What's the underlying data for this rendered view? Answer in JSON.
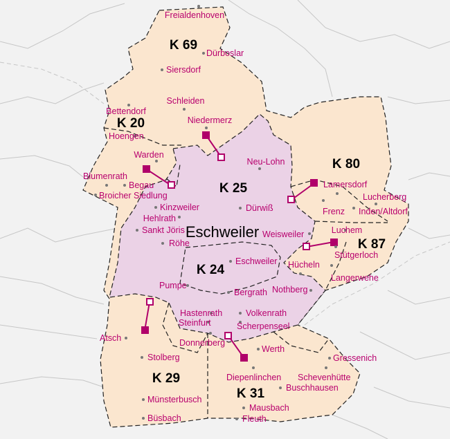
{
  "colors": {
    "background": "#f2f2f2",
    "surrounding_district": "#fbe6cf",
    "city_area": "#ebd2e6",
    "label": "#b8006e",
    "marker": "#b0006a"
  },
  "city": {
    "name": "Eschweiler"
  },
  "districts": [
    {
      "id": "k69",
      "label": "K 69"
    },
    {
      "id": "k20",
      "label": "K 20"
    },
    {
      "id": "k25",
      "label": "K 25"
    },
    {
      "id": "k80",
      "label": "K 80"
    },
    {
      "id": "k87",
      "label": "K 87"
    },
    {
      "id": "k24",
      "label": "K 24"
    },
    {
      "id": "k29",
      "label": "K 29"
    },
    {
      "id": "k31",
      "label": "K 31"
    }
  ],
  "places": [
    "Freialdenhoven",
    "Dürboslar",
    "Siersdorf",
    "Schleiden",
    "Niedermerz",
    "Bettendorf",
    "Hoengen",
    "Warden",
    "Blumenrath",
    "Begau",
    "Broicher Siedlung",
    "Neu-Lohn",
    "Kinzweiler",
    "Hehlrath",
    "Dürwiß",
    "Sankt Jöris",
    "Röhe",
    "Lamersdorf",
    "Lucherberg",
    "Frenz",
    "Inden/Altdorf",
    "Luchem",
    "Weisweiler",
    "Stütgerloch",
    "Hücheln",
    "Langerwehe",
    "Eschweiler",
    "Pumpe",
    "Bergrath",
    "Nothberg",
    "Hastenrath",
    "Volkenrath",
    "Steinfurt",
    "Scherpenseel",
    "Donnerberg",
    "Atsch",
    "Werth",
    "Stolberg",
    "Gressenich",
    "Diepenlinchen",
    "Schevenhütte",
    "Buschhausen",
    "Münsterbusch",
    "Mausbach",
    "Büsbach",
    "Fleuth"
  ]
}
